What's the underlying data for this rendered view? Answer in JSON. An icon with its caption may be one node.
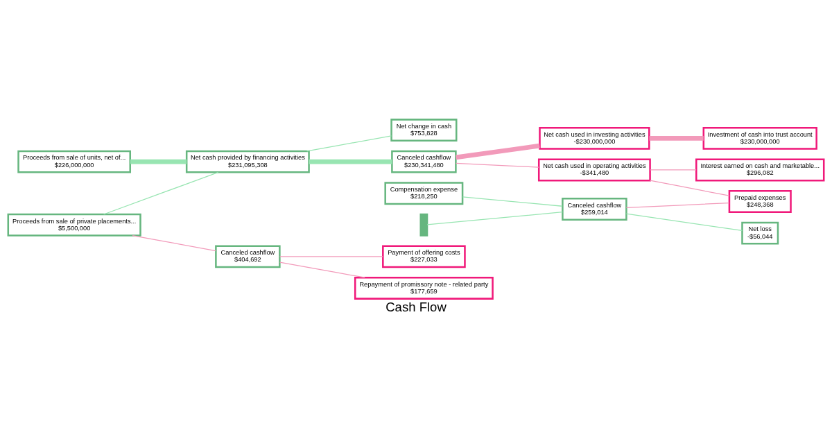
{
  "diagram": {
    "title": "Cash Flow",
    "nodes": [
      {
        "text": [
          "Proceeds from sale of units, net of...",
          "$226,000,000"
        ]
      },
      {
        "text": [
          "Proceeds from sale of private placements...",
          "$5,500,000"
        ]
      },
      {
        "text": [
          "Net cash provided by financing activities",
          "$231,095,308"
        ]
      },
      {
        "text": [
          "Canceled cashflow",
          "$404,692"
        ]
      },
      {
        "text": [
          "Net change in cash",
          "$753,828"
        ]
      },
      {
        "text": [
          "Payment of offering costs",
          "$227,033"
        ]
      },
      {
        "text": [
          "Repayment of promissory note - related party",
          "$177,659"
        ]
      },
      {
        "text": [
          "Compensation expense",
          "$218,250"
        ]
      },
      {
        "text": [],
        "shape": "bar"
      },
      {
        "text": [
          "Canceled cashflow",
          "$230,341,480"
        ]
      },
      {
        "text": [
          "Net cash used in investing activities",
          "-$230,000,000"
        ]
      },
      {
        "text": [
          "Net cash used in operating activities",
          "-$341,480"
        ]
      },
      {
        "text": [
          "Canceled cashflow",
          "$259,014"
        ]
      },
      {
        "text": [
          "Investment of cash into trust account",
          "$230,000,000"
        ]
      },
      {
        "text": [
          "Interest earned on cash and marketable...",
          "$296,082"
        ]
      },
      {
        "text": [
          "Prepaid expenses",
          "$248,368"
        ]
      },
      {
        "text": [
          "Net loss",
          "-$56,044"
        ]
      }
    ],
    "edges": [
      {
        "from": 0,
        "to": 2,
        "arrow": "none",
        "style": "thick",
        "color": "#98e5b2"
      },
      {
        "from": 1,
        "to": 2,
        "arrow": "none",
        "color": "#98e5b2"
      },
      {
        "from": 1,
        "to": 3,
        "arrow": "none"
      },
      {
        "from": 2,
        "to": 4,
        "arrow": "none",
        "color": "#98e5b2"
      },
      {
        "from": 2,
        "to": 9,
        "arrow": "none",
        "style": "thick",
        "color": "#98e5b2"
      },
      {
        "from": 3,
        "to": 5,
        "arrow": "none"
      },
      {
        "from": 3,
        "to": 6,
        "arrow": "none"
      },
      {
        "from": 9,
        "to": 10,
        "arrow": "none",
        "style": "thick"
      },
      {
        "from": 9,
        "to": 11,
        "arrow": "none"
      },
      {
        "from": 10,
        "to": 13,
        "arrow": "none",
        "style": "thick"
      },
      {
        "from": 11,
        "to": 14,
        "arrow": "none"
      },
      {
        "from": 11,
        "to": 15,
        "arrow": "none"
      },
      {
        "from": 7,
        "to": 12,
        "arrow": "none",
        "color": "#98e5b2"
      },
      {
        "from": 8,
        "to": 12,
        "arrow": "none",
        "color": "#98e5b2"
      },
      {
        "from": 12,
        "to": 15,
        "arrow": "none"
      },
      {
        "from": 12,
        "to": 16,
        "arrow": "none",
        "color": "#98e5b2"
      }
    ]
  }
}
